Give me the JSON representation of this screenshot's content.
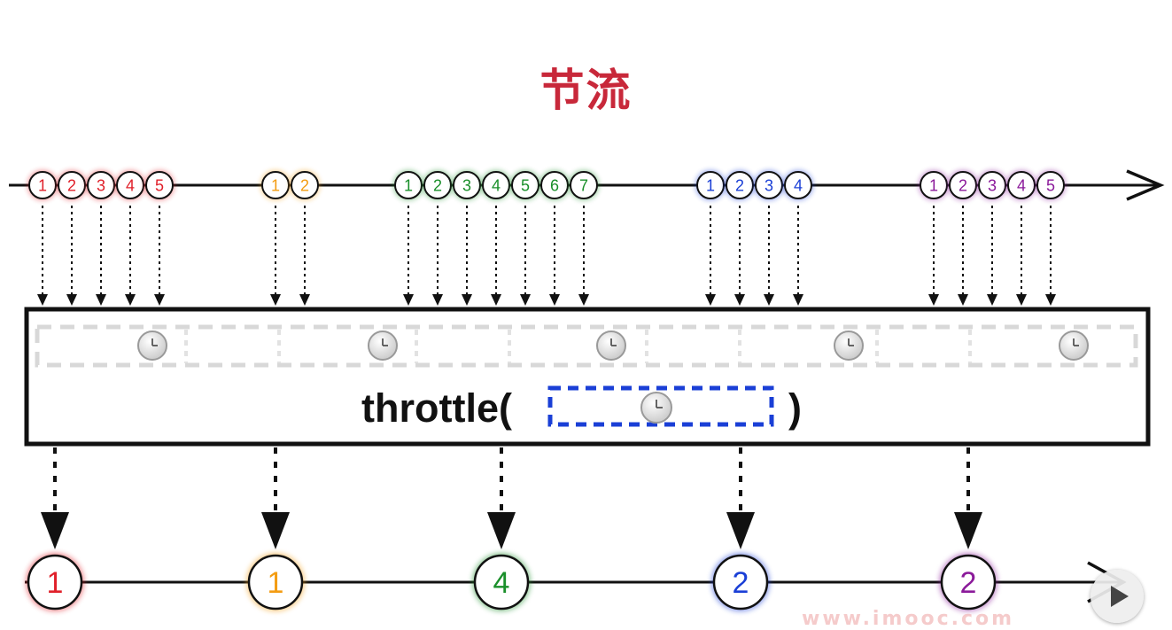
{
  "title": "节流",
  "operator": {
    "label_open": "throttle(",
    "label_close": ")"
  },
  "colors": {
    "title": "#c8283a",
    "red": "#e0202a",
    "orange": "#f39c12",
    "green": "#1a8f2a",
    "blue": "#1a3fd6",
    "purple": "#8b1a9a",
    "timer_box": "#1a3fd6",
    "axis": "#111111"
  },
  "icons": {
    "timer": "clock-icon",
    "play": "play-icon"
  },
  "input_groups": [
    {
      "color": "red",
      "items": [
        "1",
        "2",
        "3",
        "4",
        "5"
      ]
    },
    {
      "color": "orange",
      "items": [
        "1",
        "2"
      ]
    },
    {
      "color": "green",
      "items": [
        "1",
        "2",
        "3",
        "4",
        "5",
        "6",
        "7"
      ]
    },
    {
      "color": "blue",
      "items": [
        "1",
        "2",
        "3",
        "4"
      ]
    },
    {
      "color": "purple",
      "items": [
        "1",
        "2",
        "3",
        "4",
        "5"
      ]
    }
  ],
  "output_events": [
    {
      "color": "red",
      "value": "1"
    },
    {
      "color": "orange",
      "value": "1"
    },
    {
      "color": "green",
      "value": "4"
    },
    {
      "color": "blue",
      "value": "2"
    },
    {
      "color": "purple",
      "value": "2"
    }
  ],
  "watermark": "www.imooc.com"
}
